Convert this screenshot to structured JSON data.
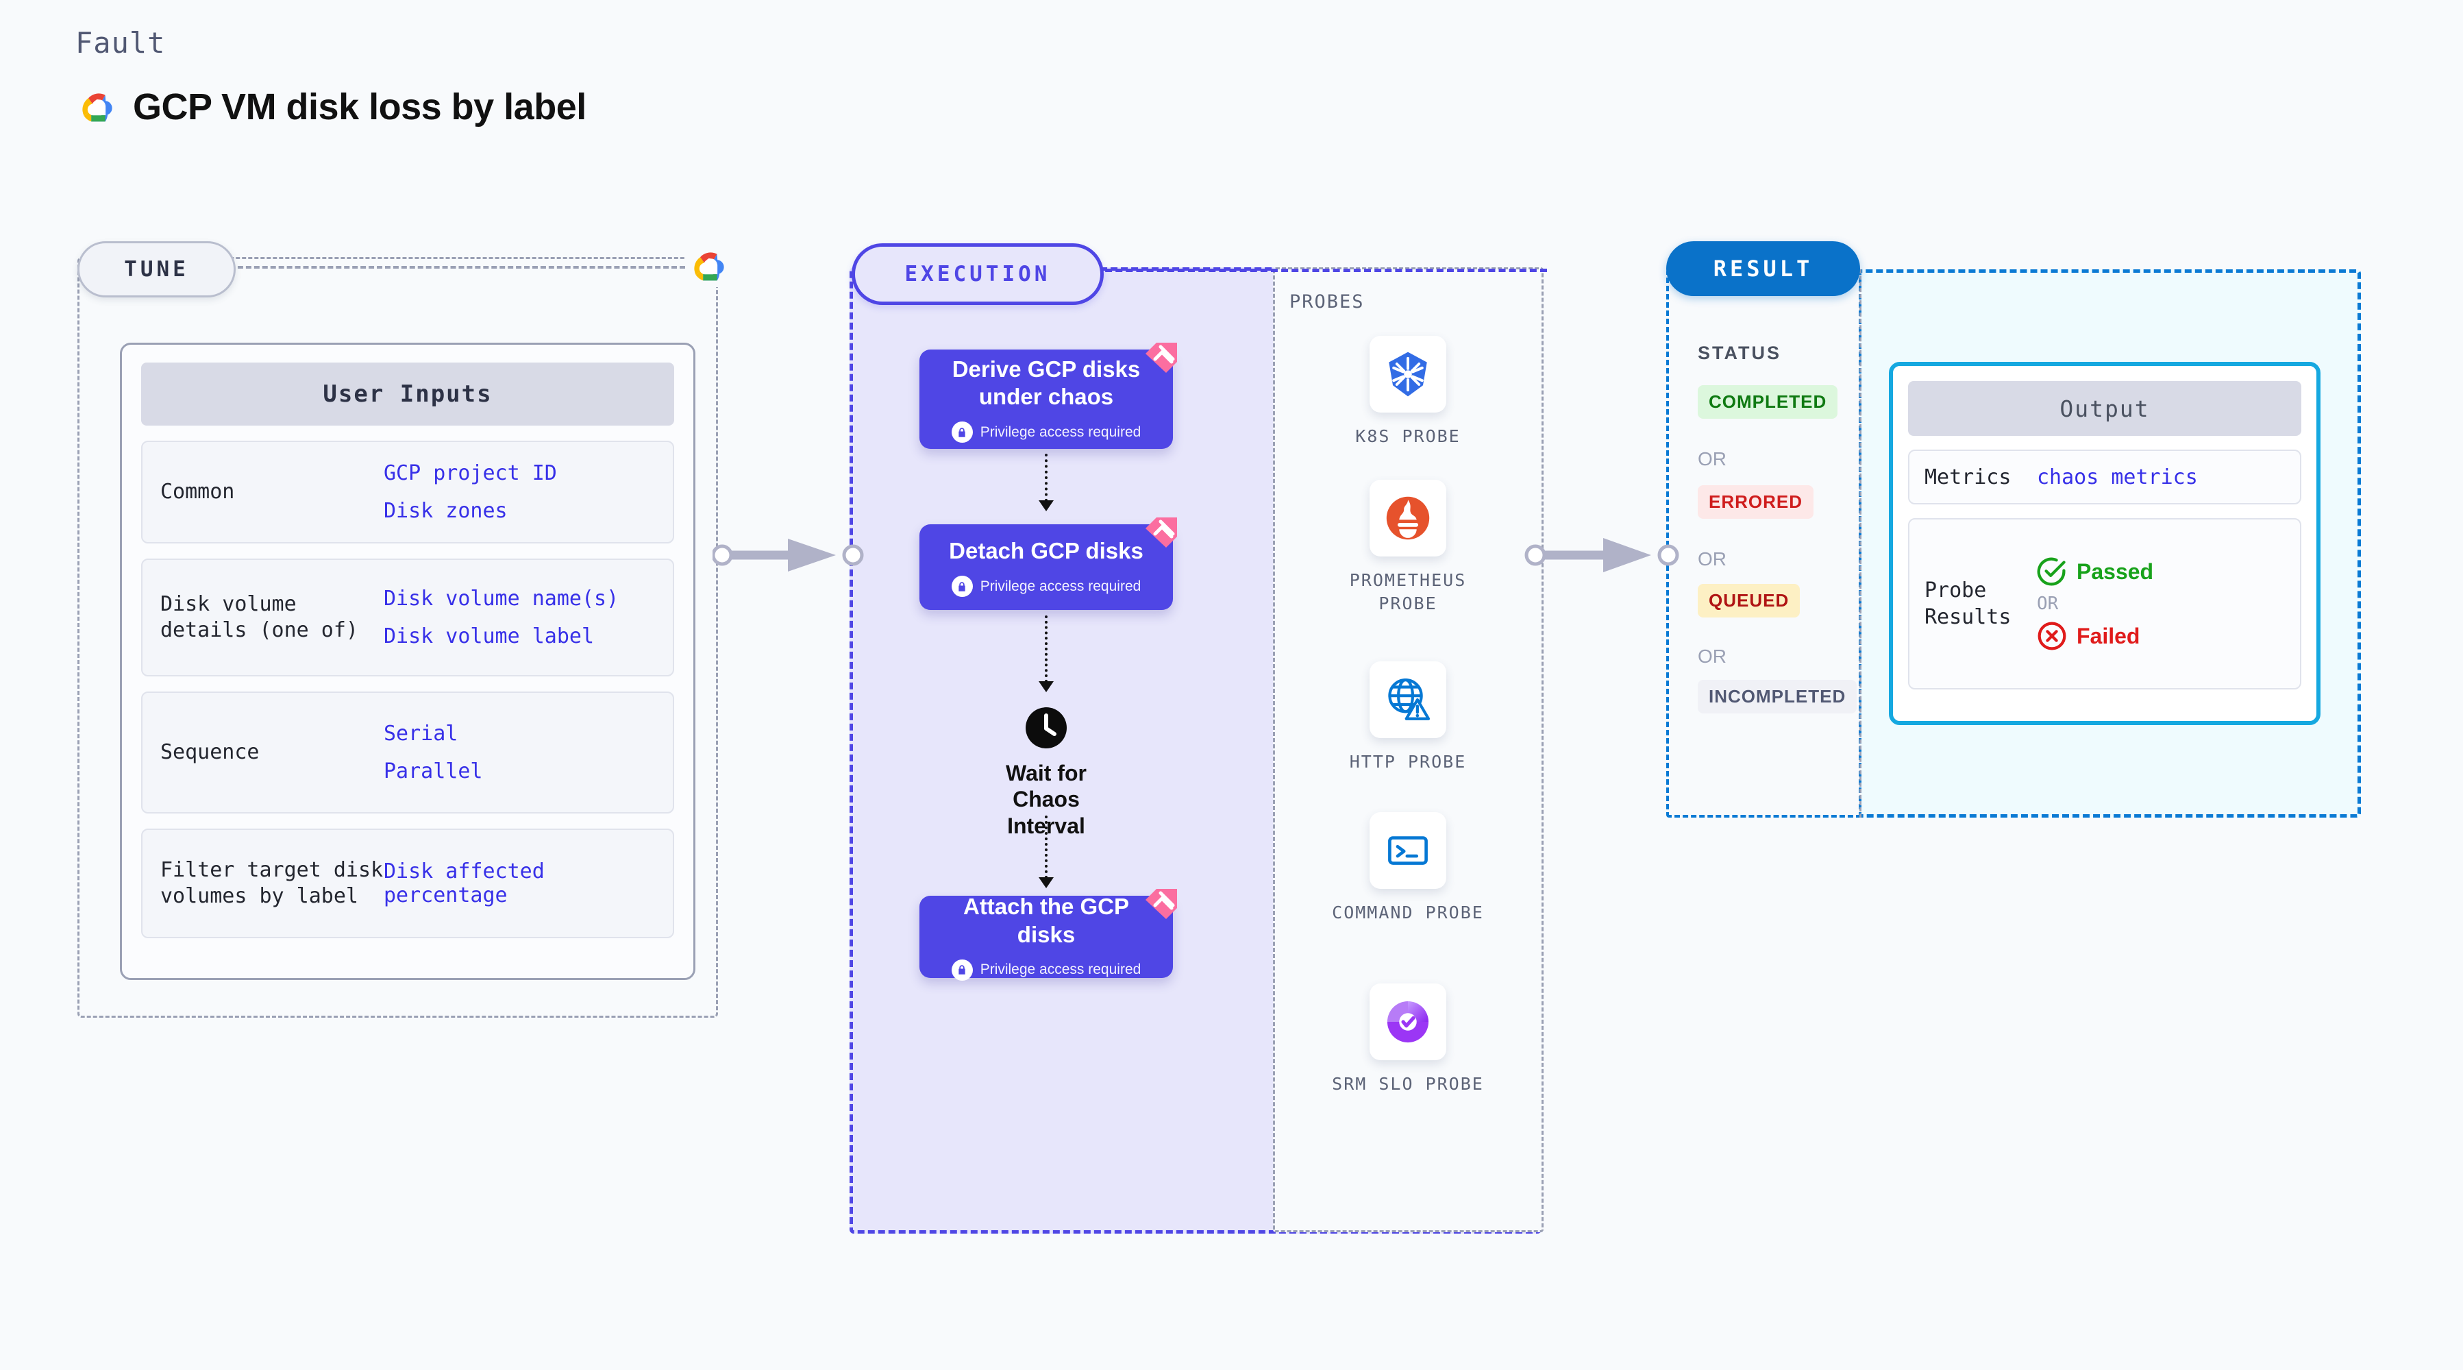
{
  "header": {
    "kicker": "Fault",
    "title": "GCP VM disk loss by label",
    "logo_icon": "gcp-logo-icon"
  },
  "tune": {
    "pill_label": "TUNE",
    "provider_icon": "gcp-logo-icon",
    "card_title": "User Inputs",
    "rows": [
      {
        "key": "Common",
        "values": [
          "GCP project ID",
          "Disk zones"
        ]
      },
      {
        "key": "Disk volume details (one of)",
        "values": [
          "Disk volume name(s)",
          "Disk volume label"
        ]
      },
      {
        "key": "Sequence",
        "values": [
          "Serial",
          "Parallel"
        ]
      },
      {
        "key": "Filter target disk volumes by label",
        "values": [
          "Disk affected percentage"
        ]
      }
    ]
  },
  "execution": {
    "pill_label": "EXECUTION",
    "privilege_text": "Privilege access required",
    "nodes": [
      {
        "title": "Derive GCP disks under chaos",
        "privilege": true
      },
      {
        "title": "Detach GCP disks",
        "privilege": true
      },
      {
        "title": "Attach the GCP disks",
        "privilege": true
      }
    ],
    "wait": {
      "label": "Wait for Chaos Interval",
      "icon": "clock-icon"
    }
  },
  "probes": {
    "section_label": "PROBES",
    "items": [
      {
        "label": "K8S PROBE",
        "icon": "kubernetes-icon"
      },
      {
        "label": "PROMETHEUS PROBE",
        "icon": "prometheus-icon"
      },
      {
        "label": "HTTP PROBE",
        "icon": "http-globe-warning-icon"
      },
      {
        "label": "COMMAND PROBE",
        "icon": "terminal-icon"
      },
      {
        "label": "SRM SLO PROBE",
        "icon": "srm-slo-icon"
      }
    ]
  },
  "result": {
    "pill_label": "RESULT",
    "status_label": "STATUS",
    "or_label": "OR",
    "statuses": [
      {
        "label": "COMPLETED",
        "bg": "#dcf7dd",
        "fg": "#0f7a12"
      },
      {
        "label": "ERRORED",
        "bg": "#fde8e8",
        "fg": "#cf1d1d"
      },
      {
        "label": "QUEUED",
        "bg": "#fdf0c4",
        "fg": "#b01414"
      },
      {
        "label": "INCOMPLETED",
        "bg": "#f0f1f6",
        "fg": "#515873"
      }
    ],
    "output": {
      "card_title": "Output",
      "metrics_key": "Metrics",
      "metrics_value": "chaos metrics",
      "probe_key": "Probe Results",
      "passed_label": "Passed",
      "failed_label": "Failed",
      "or_label": "OR"
    }
  },
  "colors": {
    "page_bg": "#f8fafc",
    "accent_purple": "#4f46e5",
    "accent_blue": "#0a72c9",
    "accent_cyan": "#15a8e0",
    "dashed_gray": "#9aa0b4",
    "ribbon_pink": "#fb6ea0",
    "value_blue": "#3730e8"
  }
}
